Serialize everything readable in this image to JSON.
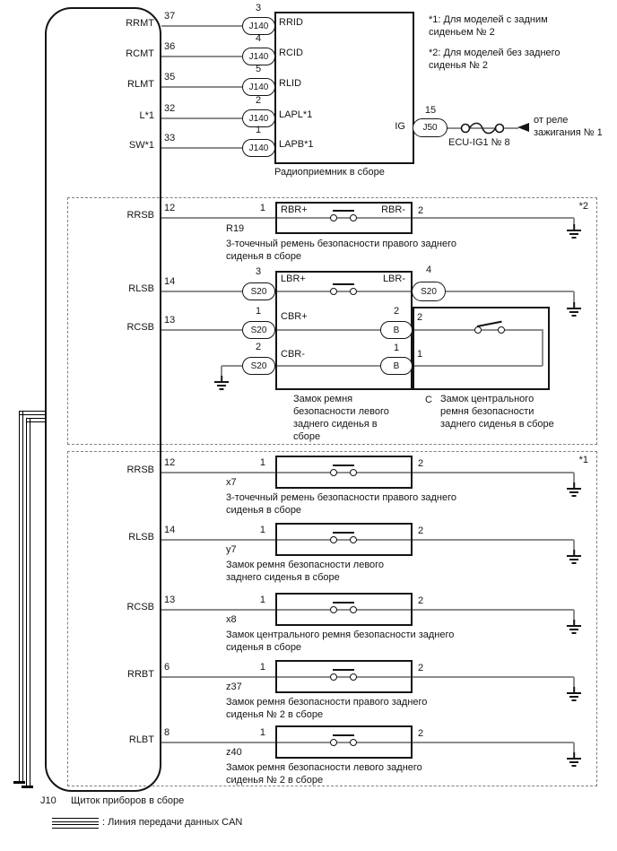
{
  "notes": {
    "l1": "*1: Для моделей с задним",
    "l2": "сиденьем № 2",
    "l3": "*2: Для моделей без заднего",
    "l4": "сиденья № 2"
  },
  "radio": {
    "label": "Радиоприемник в сборе",
    "rows": [
      {
        "pin": "37",
        "name": "RRMT",
        "cpin": "3",
        "conn": "J140",
        "term": "RRID"
      },
      {
        "pin": "36",
        "name": "RCMT",
        "cpin": "4",
        "conn": "J140",
        "term": "RCID"
      },
      {
        "pin": "35",
        "name": "RLMT",
        "cpin": "5",
        "conn": "J140",
        "term": "RLID"
      },
      {
        "pin": "32",
        "name": "L*1",
        "cpin": "2",
        "conn": "J140",
        "term": "LAPL*1"
      },
      {
        "pin": "33",
        "name": "SW*1",
        "cpin": "1",
        "conn": "J140",
        "term": "LAPB*1"
      }
    ],
    "ig": {
      "term": "IG",
      "cpin": "15",
      "conn": "J50",
      "fuse": "ECU-IG1 № 8",
      "src1": "от реле",
      "src2": "зажигания № 1"
    }
  },
  "sec2": {
    "marker": "*2",
    "rowA": {
      "pin": "12",
      "name": "RRSB",
      "p1": "1",
      "p2": "2",
      "tplus": "RBR+",
      "tminus": "RBR-",
      "code": "R19",
      "desc1": "3-точечный ремень безопасности правого заднего",
      "desc2": "сиденья в сборе"
    },
    "rowB": {
      "pin": "14",
      "name": "RLSB",
      "clp": "3",
      "cl": "S20",
      "crp": "4",
      "cr": "S20",
      "tplus": "LBR+",
      "tminus": "LBR-"
    },
    "rowC": {
      "pin": "13",
      "name": "RCSB",
      "clp": "1",
      "cl": "S20",
      "t": "CBR+",
      "crp": "2",
      "cr": "B",
      "bp": "2"
    },
    "rowD": {
      "clp": "2",
      "cl": "S20",
      "t": "CBR-",
      "crp": "1",
      "cr": "B",
      "bp": "1"
    },
    "leftbox": [
      "Замок ремня",
      "безопасности левого",
      "заднего сиденья в",
      "сборе"
    ],
    "ccode": "C",
    "rightbox": [
      "Замок центрального",
      "ремня безопасности",
      "заднего сиденья в сборе"
    ]
  },
  "sec3": {
    "marker": "*1",
    "rows": [
      {
        "pin": "12",
        "name": "RRSB",
        "p1": "1",
        "p2": "2",
        "code": "x7",
        "desc1": "3-точечный ремень безопасности правого заднего",
        "desc2": "сиденья в сборе"
      },
      {
        "pin": "14",
        "name": "RLSB",
        "p1": "1",
        "p2": "2",
        "code": "y7",
        "desc1": "Замок ремня безопасности левого",
        "desc2": "заднего сиденья в сборе"
      },
      {
        "pin": "13",
        "name": "RCSB",
        "p1": "1",
        "p2": "2",
        "code": "x8",
        "desc1": "Замок центрального ремня безопасности заднего",
        "desc2": "сиденья в сборе"
      },
      {
        "pin": "6",
        "name": "RRBT",
        "p1": "1",
        "p2": "2",
        "code": "z37",
        "desc1": "Замок ремня безопасности правого заднего",
        "desc2": "сиденья № 2 в сборе"
      },
      {
        "pin": "8",
        "name": "RLBT",
        "p1": "1",
        "p2": "2",
        "code": "z40",
        "desc1": "Замок ремня безопасности левого заднего",
        "desc2": "сиденья № 2 в сборе"
      }
    ]
  },
  "footer": {
    "code": "J10",
    "label": "Щиток приборов в сборе",
    "legend": ": Линия передачи данных CAN"
  }
}
